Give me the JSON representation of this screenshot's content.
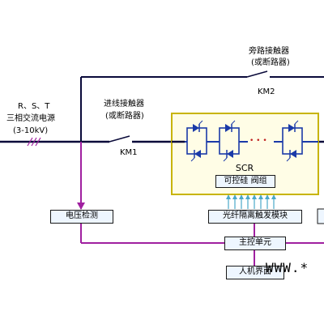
{
  "source": {
    "phases": "R、S、T",
    "name": "三相交流电源",
    "voltage": "(3-10kV)"
  },
  "incoming_contactor": {
    "line1": "进线接触器",
    "line2": "(或断路器)",
    "tag": "KM1"
  },
  "bypass_contactor": {
    "line1": "旁路接触器",
    "line2": "(或断路器)",
    "tag": "KM2"
  },
  "scr": {
    "title": "SCR",
    "subtitle": "可控硅 阀组",
    "ellipsis": "• • •"
  },
  "blocks": {
    "voltage_detect": "电压检测",
    "fiber_trigger": "光纤隔离触发模块",
    "main_control": "主控单元",
    "hmi": "人机界面"
  },
  "watermark": "WWW.*",
  "colors": {
    "power_line": "#0a0a3a",
    "signal_line": "#a020a0",
    "fiber_arrow": "#4aa8c8",
    "scr_border": "#c8b400",
    "scr_fill": "#fffde6",
    "thyristor": "#1a3aa8",
    "box_fill": "#eef6ff"
  }
}
